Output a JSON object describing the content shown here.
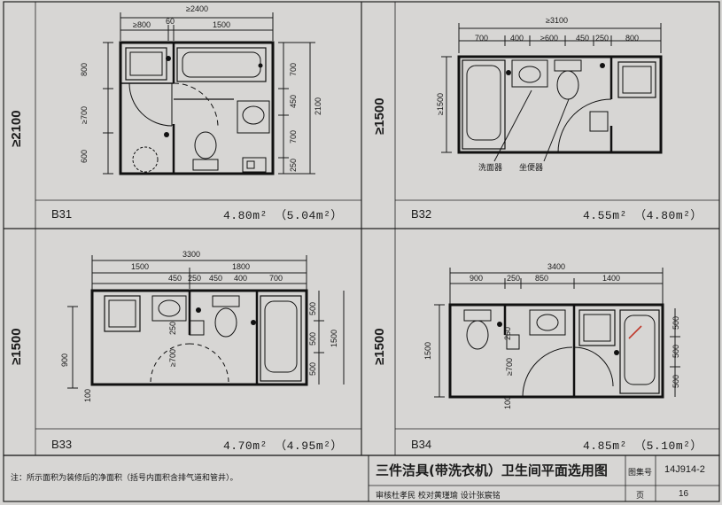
{
  "plans": [
    {
      "code": "B31",
      "area": "4.80m² （5.04m²）",
      "side_dim": "≥2100",
      "dims_top": [
        "≥2400",
        "≥800",
        "60",
        "1500"
      ],
      "dims_left": [
        "800",
        "≥700",
        "600"
      ],
      "dims_right": [
        "700",
        "450",
        "700",
        "250"
      ],
      "dims_right_total": "2100"
    },
    {
      "code": "B32",
      "area": "4.55m² （4.80m²）",
      "side_dim": "≥1500",
      "dims_top": [
        "≥3100",
        "700",
        "400",
        "≥600",
        "450",
        "250",
        "800"
      ],
      "dims_left": [
        "≥1500"
      ],
      "fixture_labels": [
        "洗面器",
        "坐便器"
      ]
    },
    {
      "code": "B33",
      "area": "4.70m² （4.95m²）",
      "side_dim": "≥1500",
      "dims_top": [
        "3300",
        "1500",
        "1800",
        "450",
        "250",
        "450",
        "400",
        "700"
      ],
      "dims_left": [
        "900",
        "100"
      ],
      "dims_inner": [
        "250",
        "≥700"
      ],
      "dims_right": [
        "500",
        "500",
        "500"
      ],
      "dims_right_total": "1500"
    },
    {
      "code": "B34",
      "area": "4.85m² （5.10m²）",
      "side_dim": "≥1500",
      "dims_top": [
        "3400",
        "900",
        "250",
        "850",
        "1400"
      ],
      "dims_left": [
        "1500",
        "100"
      ],
      "dims_inner": [
        "250",
        "≥700"
      ],
      "dims_right": [
        "500",
        "500",
        "500"
      ]
    }
  ],
  "footer": {
    "note": "注：所示面积为装修后的净面积（括号内面积含排气道和管井）。",
    "title": "三件洁具(带洗衣机）卫生间平面选用图",
    "atlas_label": "图集号",
    "atlas_number": "14J914-2",
    "review_row": "审核杜孝民 校对黄瑾瑜 设计张宸铭",
    "page_label": "页",
    "page_number": "16"
  }
}
